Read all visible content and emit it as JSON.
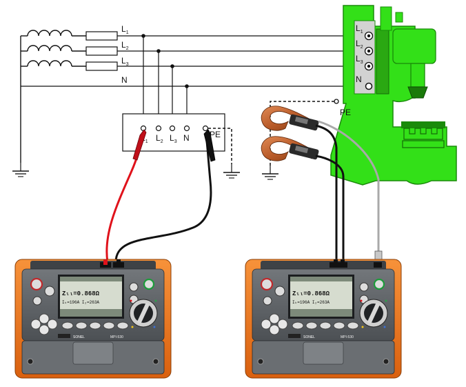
{
  "diagram": {
    "mains_labels": [
      "L",
      "L",
      "L",
      "N"
    ],
    "mains_subs": [
      "1",
      "2",
      "3",
      ""
    ],
    "socket_labels": [
      "L",
      "L",
      "L",
      "N"
    ],
    "socket_subs": [
      "1",
      "2",
      "3",
      ""
    ],
    "socket_pe_label": "PE",
    "machine_labels": [
      "L",
      "L",
      "L",
      "N"
    ],
    "machine_subs": [
      "1",
      "2",
      "3",
      ""
    ],
    "machine_pe_label": "PE",
    "colors": {
      "machine": "#33e018",
      "machine_dark": "#1a8a0a",
      "meter_orange": "#f07a1e",
      "meter_body": "#5e6266",
      "lead_red": "#e0121b",
      "lead_black": "#111111",
      "lead_grey": "#a9a9a9",
      "clamp": "#b85a28"
    }
  },
  "meters": [
    {
      "model": "MPI-530",
      "brand": "SONEL",
      "display_main": "Zₗₗ=0.868Ω",
      "display_sub": "Iₖ=196A  I₂=263A"
    },
    {
      "model": "MPI-530",
      "brand": "SONEL",
      "display_main": "Zₗₗ=0.868Ω",
      "display_sub": "Iₖ=196A  I₂=263A"
    }
  ]
}
